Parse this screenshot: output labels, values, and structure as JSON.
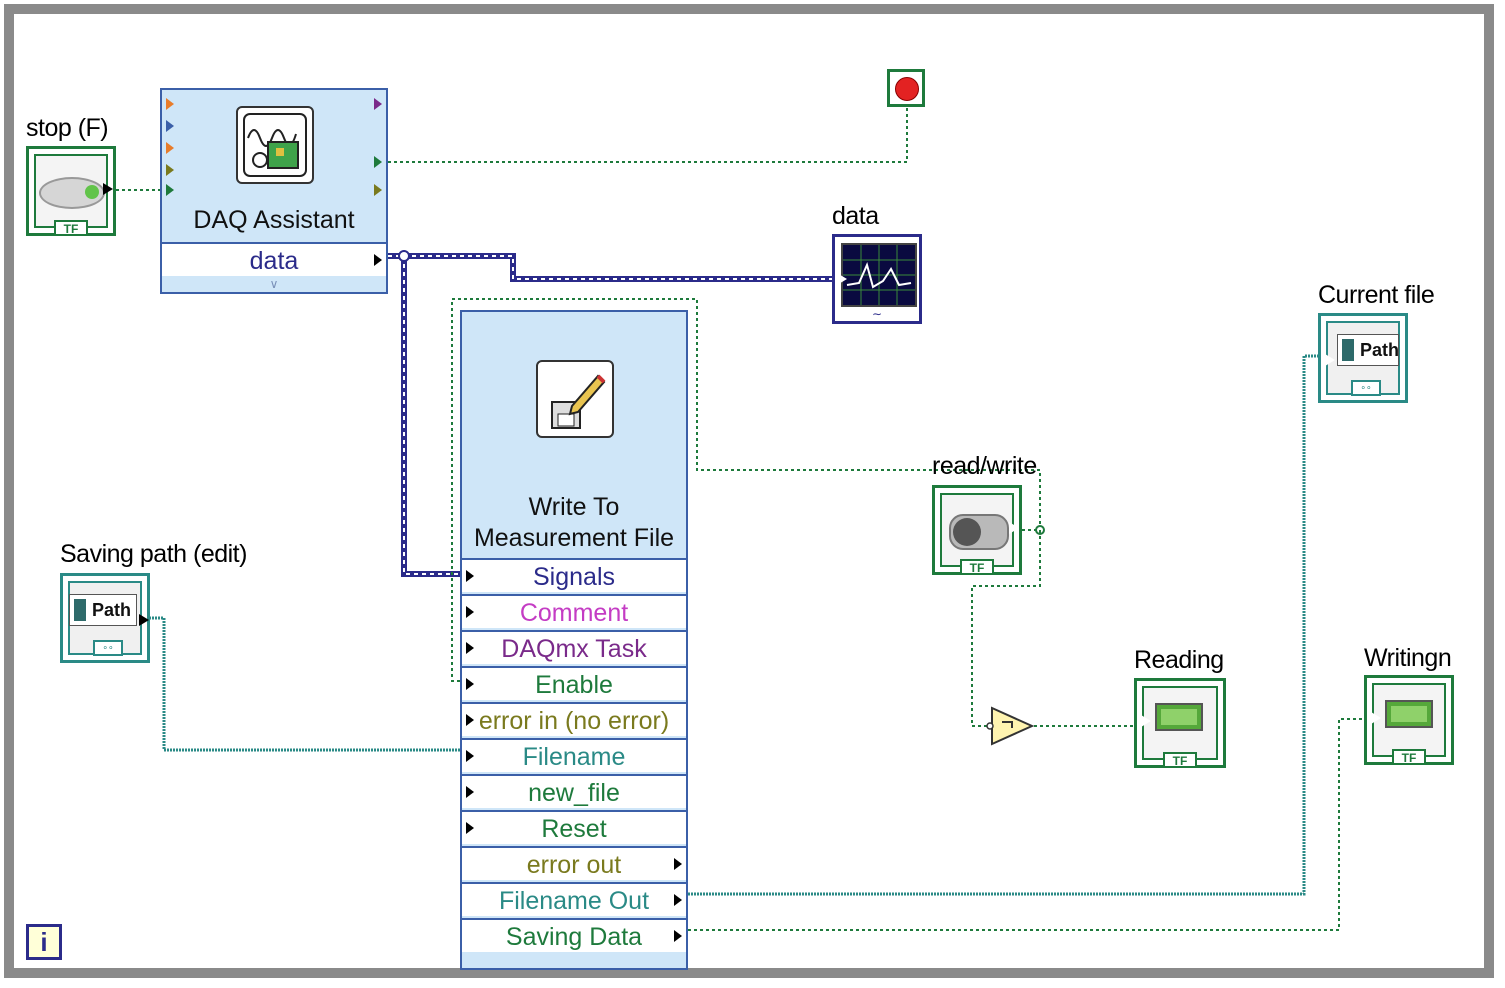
{
  "labels": {
    "stop": "stop (F)",
    "saving_path": "Saving path (edit)",
    "data_graph": "data",
    "read_write": "read/write",
    "current_file": "Current file",
    "reading": "Reading",
    "writing": "Writingn"
  },
  "daq_assistant": {
    "title": "DAQ Assistant",
    "output": "data"
  },
  "write_file": {
    "title_line1": "Write To",
    "title_line2": "Measurement File",
    "inputs": [
      "Signals",
      "Comment",
      "DAQmx Task",
      "Enable",
      "error in (no error)",
      "Filename",
      "new_file",
      "Reset"
    ],
    "outputs": [
      "error out",
      "Filename Out",
      "Saving Data"
    ]
  },
  "terminal_text": {
    "tf": "TF",
    "path": "Path",
    "info": "i"
  },
  "colors": {
    "boolean_wire": "#1e7a3c",
    "path_wire": "#2a8a86",
    "dynamic_wire": "#2b2b8a",
    "express_bg": "#cfe6f8",
    "express_border": "#3b5fa8"
  }
}
